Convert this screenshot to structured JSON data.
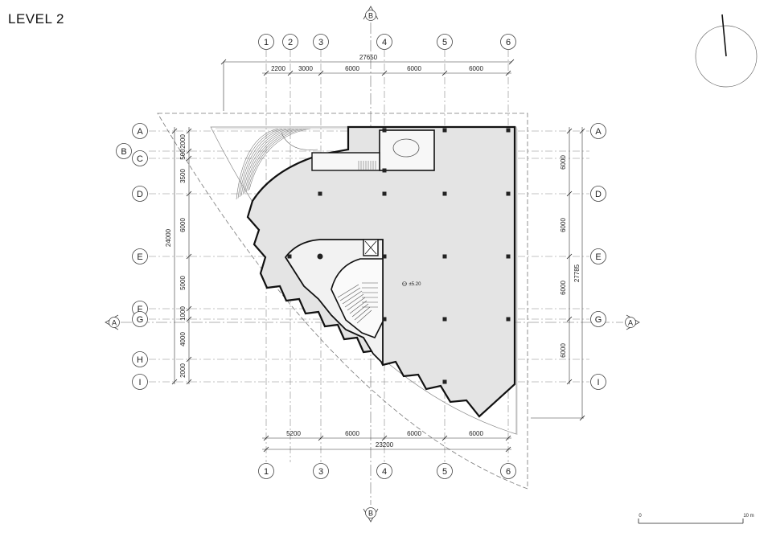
{
  "title": "LEVEL 2",
  "grid_top": [
    "1",
    "2",
    "3",
    "4",
    "5",
    "6"
  ],
  "grid_bottom": [
    "1",
    "3",
    "4",
    "5",
    "6"
  ],
  "grid_left": [
    "A",
    "B",
    "C",
    "D",
    "E",
    "F",
    "G",
    "H",
    "I"
  ],
  "grid_right": [
    "A",
    "D",
    "E",
    "G",
    "I"
  ],
  "section_markers": [
    "B",
    "B",
    "A",
    "A"
  ],
  "dims_top": [
    "2200",
    "3000",
    "6000",
    "6000",
    "6000"
  ],
  "dim_top_total": "27650",
  "dims_bottom": [
    "5200",
    "6000",
    "6000",
    "6000"
  ],
  "dim_bottom_total": "23200",
  "dims_left": [
    "2000",
    "500",
    "3500",
    "6000",
    "5000",
    "1000",
    "4000",
    "2000"
  ],
  "dim_left_total": "24000",
  "dims_right": [
    "6000",
    "6000",
    "6000",
    "6000"
  ],
  "dim_right_total": "27785",
  "level_mark": "±5.20",
  "scale": {
    "start": "0",
    "end": "10 m"
  }
}
